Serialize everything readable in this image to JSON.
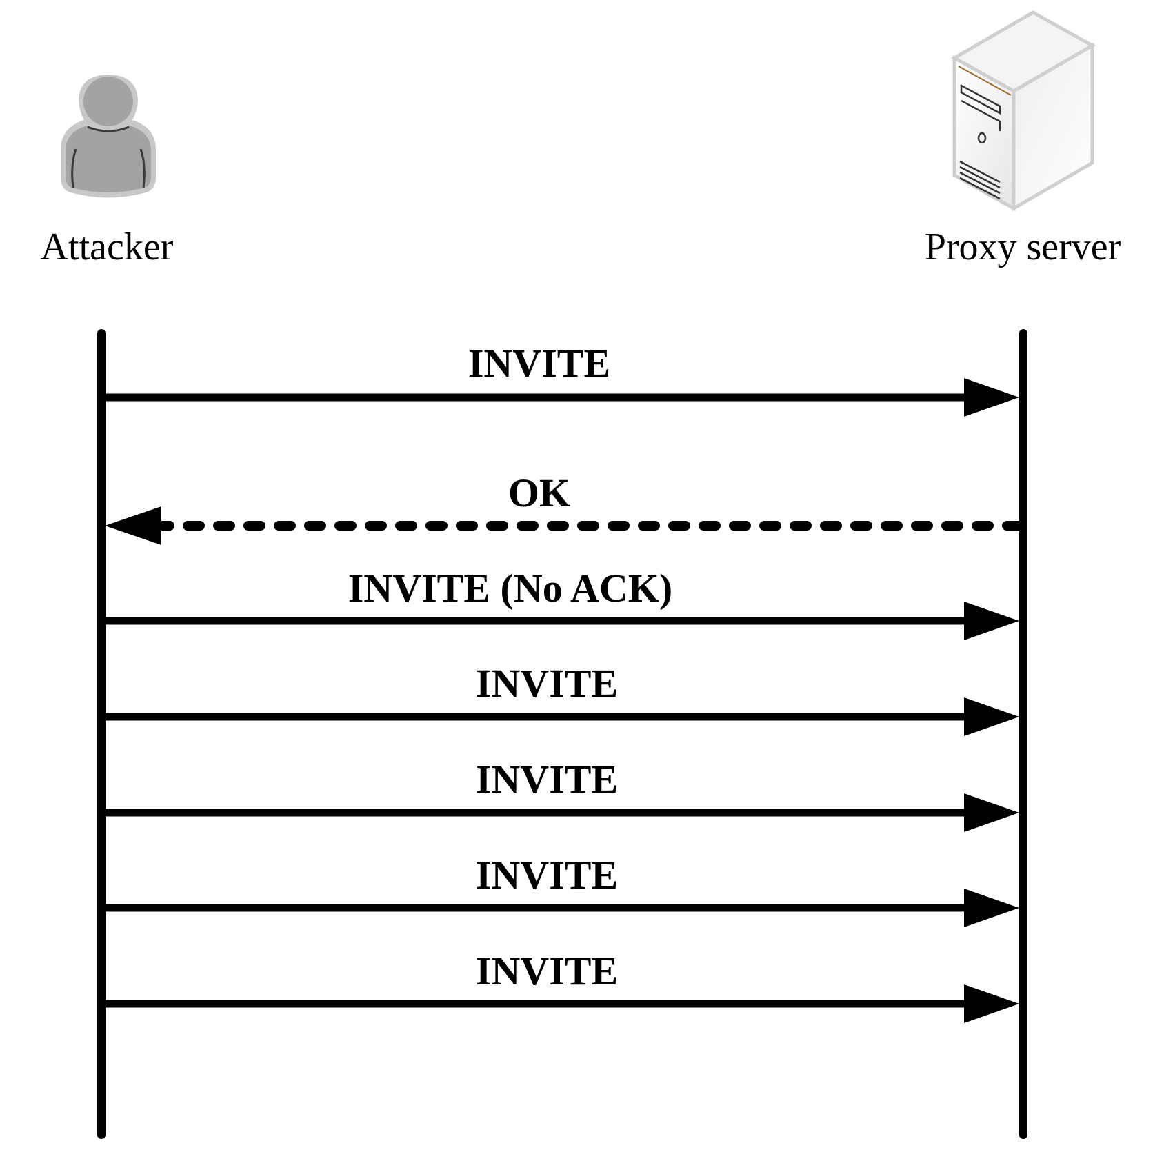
{
  "participants": {
    "attacker": {
      "label": "Attacker",
      "icon": "user-icon"
    },
    "proxy": {
      "label": "Proxy server",
      "icon": "server-icon"
    }
  },
  "messages": [
    {
      "label": "INVITE",
      "direction": "attacker-to-proxy",
      "style": "solid"
    },
    {
      "label": "OK",
      "direction": "proxy-to-attacker",
      "style": "dashed"
    },
    {
      "label": "INVITE (No ACK)",
      "direction": "attacker-to-proxy",
      "style": "solid"
    },
    {
      "label": "INVITE",
      "direction": "attacker-to-proxy",
      "style": "solid"
    },
    {
      "label": "INVITE",
      "direction": "attacker-to-proxy",
      "style": "solid"
    },
    {
      "label": "INVITE",
      "direction": "attacker-to-proxy",
      "style": "solid"
    },
    {
      "label": "INVITE",
      "direction": "attacker-to-proxy",
      "style": "solid"
    }
  ],
  "colors": {
    "line": "#000000",
    "user_fill": "#a0a0a0",
    "user_outline": "#c8c8c8",
    "server_fill": "#f2f2f2",
    "server_outline": "#cfcfcf"
  }
}
